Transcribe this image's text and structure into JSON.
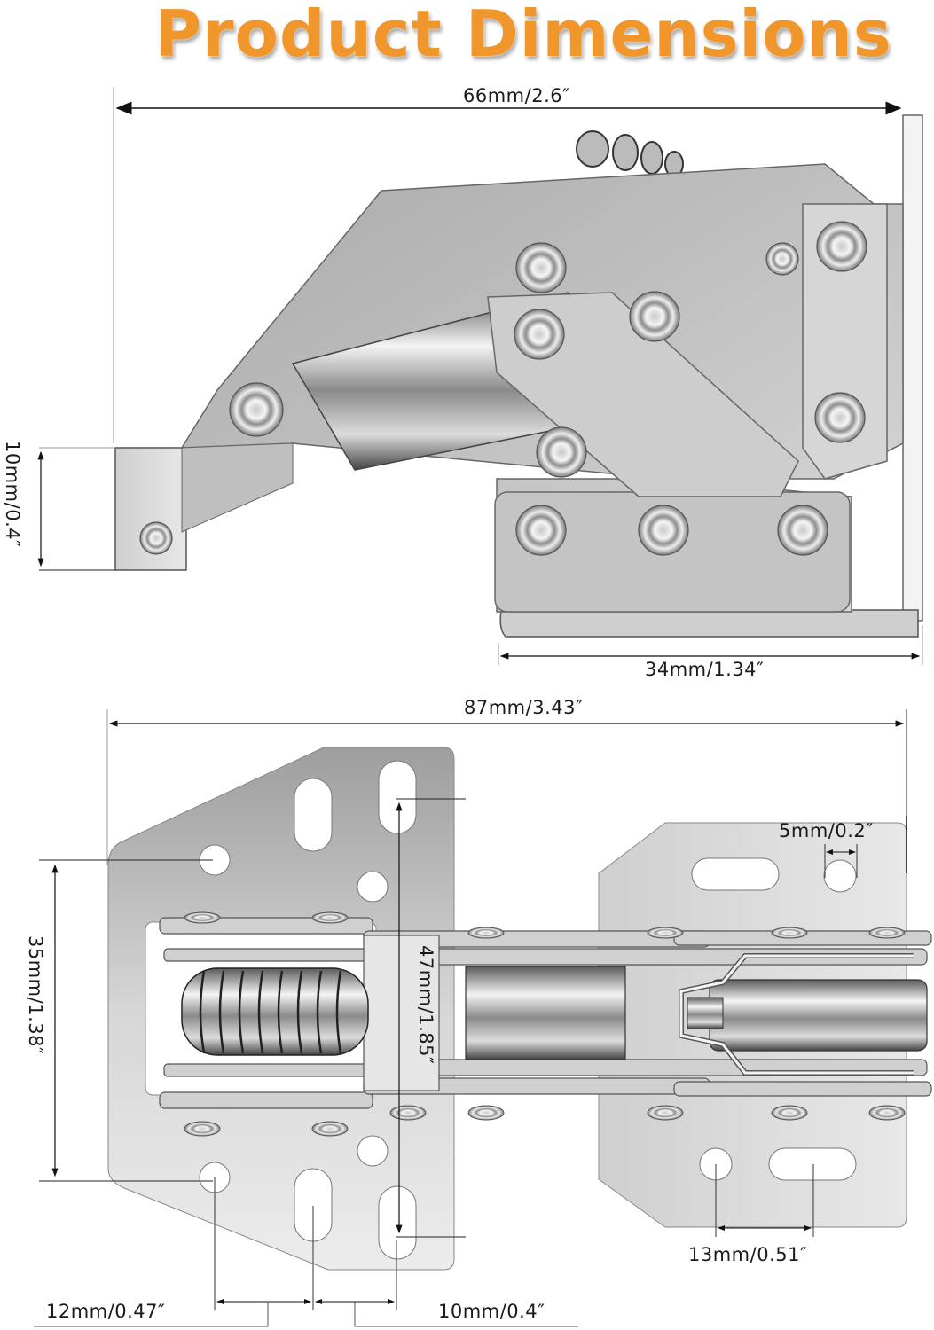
{
  "title": "Product Dimensions",
  "colors": {
    "title": "#f0962a",
    "metal_light": "#e6e6e6",
    "metal_mid": "#bdbdbd",
    "metal_dark": "#7a7a7a",
    "line": "#1a1a1a"
  },
  "side_view": {
    "width_label": "66mm/2.6″",
    "height_label": "10mm/0.4″",
    "base_label": "34mm/1.34″"
  },
  "front_view": {
    "width_label": "87mm/3.43″",
    "left_height_label": "35mm/1.38″",
    "center_height_label": "47mm/1.85″",
    "hole_diameter_label": "5mm/0.2″",
    "hole_spacing_right_label": "13mm/0.51″",
    "hole_spacing_left_label": "12mm/0.47″",
    "slot_offset_label": "10mm/0.4″"
  }
}
